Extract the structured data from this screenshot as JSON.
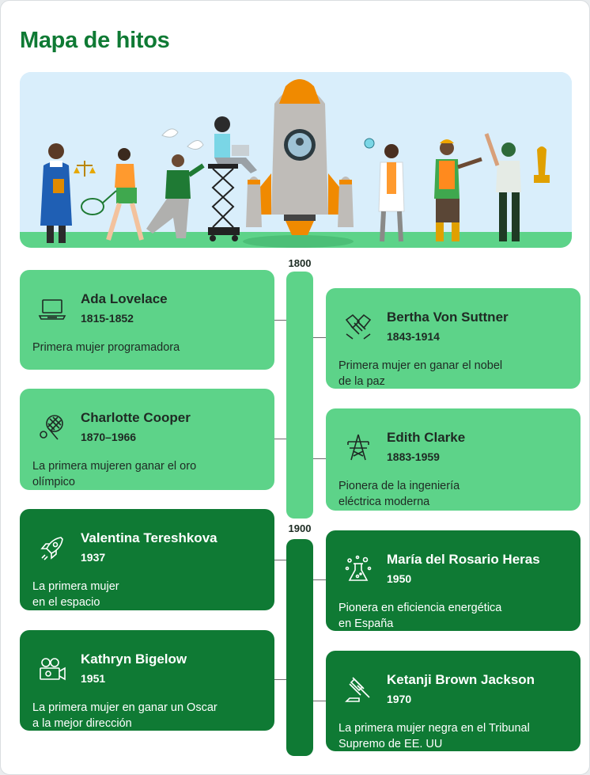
{
  "page": {
    "title": "Mapa de hitos"
  },
  "timeline": {
    "eras": [
      {
        "label": "1800"
      },
      {
        "label": "1900"
      }
    ],
    "cards": [
      {
        "name": "Ada Lovelace",
        "years": "1815-1852",
        "desc": "Primera mujer programadora",
        "icon": "laptop-icon"
      },
      {
        "name": "Bertha Von Suttner",
        "years": "1843-1914",
        "desc": "Primera mujer en ganar el nobel\nde la paz",
        "icon": "handshake-icon"
      },
      {
        "name": "Charlotte Cooper",
        "years": "1870–1966",
        "desc": "La primera mujeren ganar el oro\nolímpico",
        "icon": "tennis-icon"
      },
      {
        "name": "Edith Clarke",
        "years": "1883-1959",
        "desc": "Pionera de la ingeniería\neléctrica moderna",
        "icon": "power-tower-icon"
      },
      {
        "name": "Valentina Tereshkova",
        "years": "1937",
        "desc": "La primera mujer\nen el espacio",
        "icon": "rocket-icon"
      },
      {
        "name": "María del Rosario Heras",
        "years": "1950",
        "desc": "Pionera en eficiencia energética\nen España",
        "icon": "flask-icon"
      },
      {
        "name": "Kathryn Bigelow",
        "years": "1951",
        "desc": "La primera mujer en ganar un Oscar\na la mejor dirección",
        "icon": "movie-camera-icon"
      },
      {
        "name": "Ketanji Brown Jackson",
        "years": "1970",
        "desc": "La primera mujer negra en el Tribunal\nSupremo de EE. UU",
        "icon": "gavel-icon"
      }
    ]
  },
  "colors": {
    "title": "#0f7a34",
    "light_card": "#5dd389",
    "dark_card": "#0f7a34",
    "hero_sky": "#d9eefb",
    "hero_ground": "#5dd389"
  }
}
